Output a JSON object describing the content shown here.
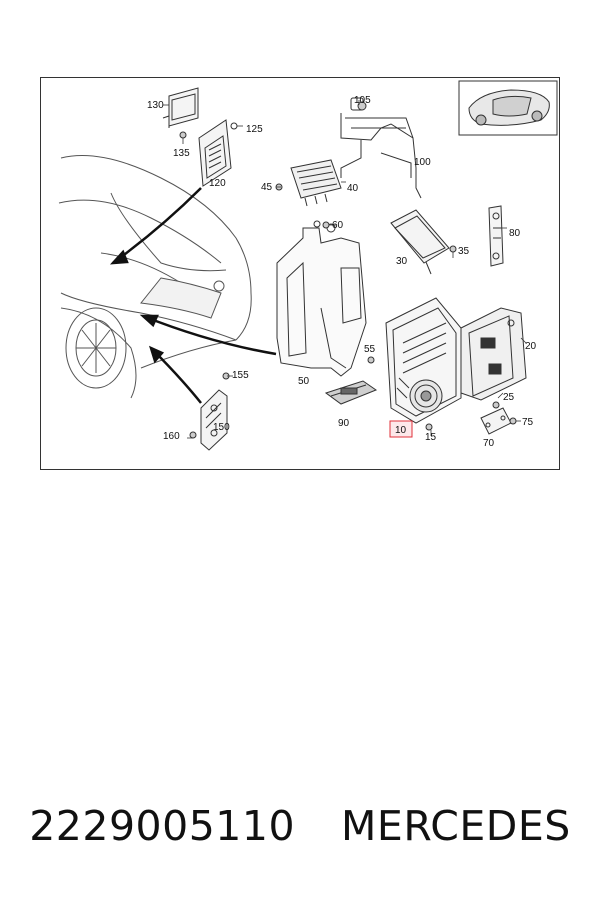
{
  "diagram": {
    "callouts": {
      "c130": "130",
      "c135": "135",
      "c125": "125",
      "c120": "120",
      "c105": "105",
      "c100": "100",
      "c45": "45",
      "c40": "40",
      "c60": "60",
      "c30": "30",
      "c35": "35",
      "c80": "80",
      "c50": "50",
      "c55": "55",
      "c20": "20",
      "c90": "90",
      "c25": "25",
      "c75": "75",
      "c70": "70",
      "c10": "10",
      "c15": "15",
      "c155": "155",
      "c160": "160",
      "c150": "150"
    },
    "highlight_color": "#e0303a"
  },
  "caption": {
    "part_number": "2229005110",
    "brand": "MERCEDES"
  }
}
